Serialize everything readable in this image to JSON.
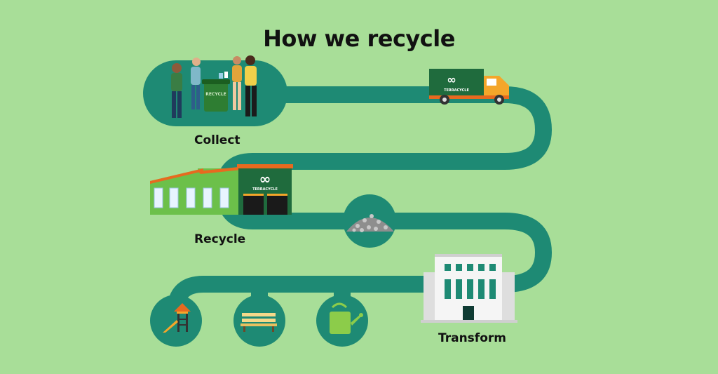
{
  "title": "How we recycle",
  "steps": {
    "collect": "Collect",
    "recycle": "Recycle",
    "transform": "Transform"
  },
  "bin_label": "RECYCLE",
  "brand_label": "TERRACYCLE",
  "icons": {
    "collect": "people-recycling-icon",
    "truck": "delivery-truck-icon",
    "factory": "factory-icon",
    "pellets": "pellets-pile-icon",
    "building": "building-icon",
    "products": [
      "playground-icon",
      "bench-icon",
      "watering-can-icon"
    ]
  },
  "colors": {
    "background": "#a8de98",
    "path": "#1e8a74",
    "circle": "#1e8a74",
    "text": "#111111",
    "factory_green": "#6cc04a",
    "factory_dark": "#1f6b3d",
    "roof_orange": "#e76a1f",
    "truck_orange": "#f4a62a"
  }
}
